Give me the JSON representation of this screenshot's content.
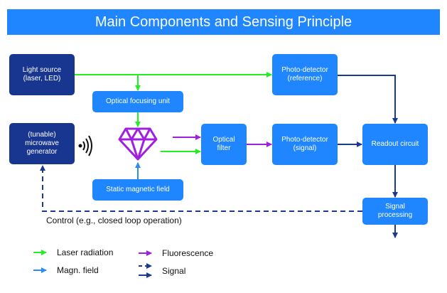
{
  "title": "Main Components and Sensing Principle",
  "colors": {
    "header": "#1f86ff",
    "dark_box": "#18368f",
    "light_box": "#1f86ff",
    "laser": "#22ee22",
    "fluorescence": "#a020e0",
    "magnetic": "#2d8cf0",
    "signal": "#1a3a8f"
  },
  "boxes": {
    "light_source": "Light source\n(laser, LED)",
    "microwave_generator": "(tunable)\nmicrowave\ngenerator",
    "optical_focusing": "Optical focusing unit",
    "static_magnetic": "Static magnetic field",
    "optical_filter": "Optical\nfilter",
    "photodetector_reference": "Photo-detector\n(reference)",
    "photodetector_signal": "Photo-detector\n(signal)",
    "readout_circuit": "Readout circuit",
    "signal_processing": "Signal\nprocessing"
  },
  "annotations": {
    "control": "Control (e.g., closed loop operation)"
  },
  "legend": [
    {
      "icon": "laser-arrow",
      "label": "Laser radiation"
    },
    {
      "icon": "magnetic-arrow",
      "label": "Magn. field"
    },
    {
      "icon": "fluorescence-arrow",
      "label": "Fluorescence"
    },
    {
      "icon": "signal-arrows",
      "label": "Signal"
    }
  ]
}
